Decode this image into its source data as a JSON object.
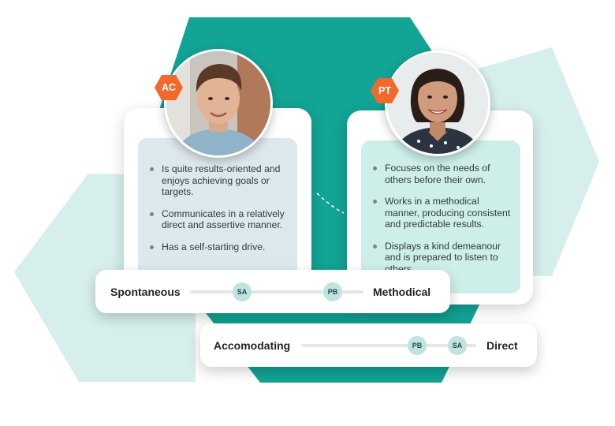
{
  "profiles": [
    {
      "initials": "AC",
      "traits": [
        "Is quite results-oriented and enjoys achieving goals or targets.",
        "Communicates in a relatively direct and assertive manner.",
        "Has a self-starting drive."
      ]
    },
    {
      "initials": "PT",
      "traits": [
        "Focuses on the needs of others before their own.",
        "Works in a methodical manner, producing consistent and predictable results.",
        "Displays a kind demeanour and is prepared to listen to others."
      ]
    }
  ],
  "scales": [
    {
      "left_label": "Spontaneous",
      "right_label": "Methodical",
      "markers": [
        {
          "label": "SA",
          "position": 0.33
        },
        {
          "label": "PB",
          "position": 0.88
        }
      ]
    },
    {
      "left_label": "Accomodating",
      "right_label": "Direct",
      "markers": [
        {
          "label": "PB",
          "position": 0.66
        },
        {
          "label": "SA",
          "position": 0.88
        }
      ]
    }
  ],
  "colors": {
    "teal_dark": "#12a494",
    "teal_light": "#d6eeec",
    "badge_orange": "#f26a2b",
    "card_ac_inner": "#dde8ec",
    "card_pt_inner": "#cdeee9",
    "marker": "#bfe3df"
  }
}
